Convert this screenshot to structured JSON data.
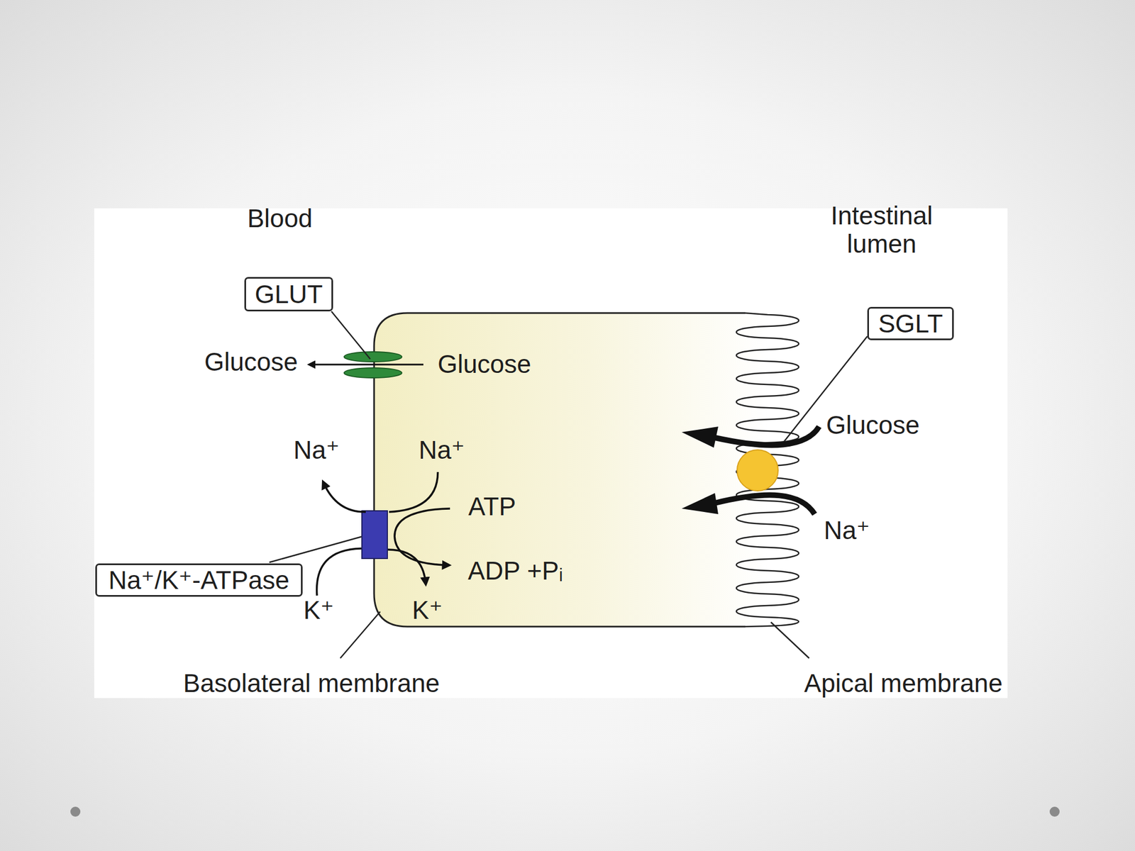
{
  "diagram": {
    "nodes": [
      {
        "text": [
          "GLUT"
        ]
      },
      {
        "text": [
          "SGLT"
        ]
      },
      {
        "text": [
          "Na⁺/K⁺-ATPase"
        ]
      }
    ],
    "labels": [
      "Blood",
      "Intestinal lumen",
      "Glucose",
      "Glucose",
      "Glucose",
      "Na⁺",
      "Na⁺",
      "ATP",
      "Na⁺",
      "ADP +Pᵢ",
      "K⁺",
      "K⁺",
      "Basolateral membrane",
      "Apical membrane"
    ]
  }
}
